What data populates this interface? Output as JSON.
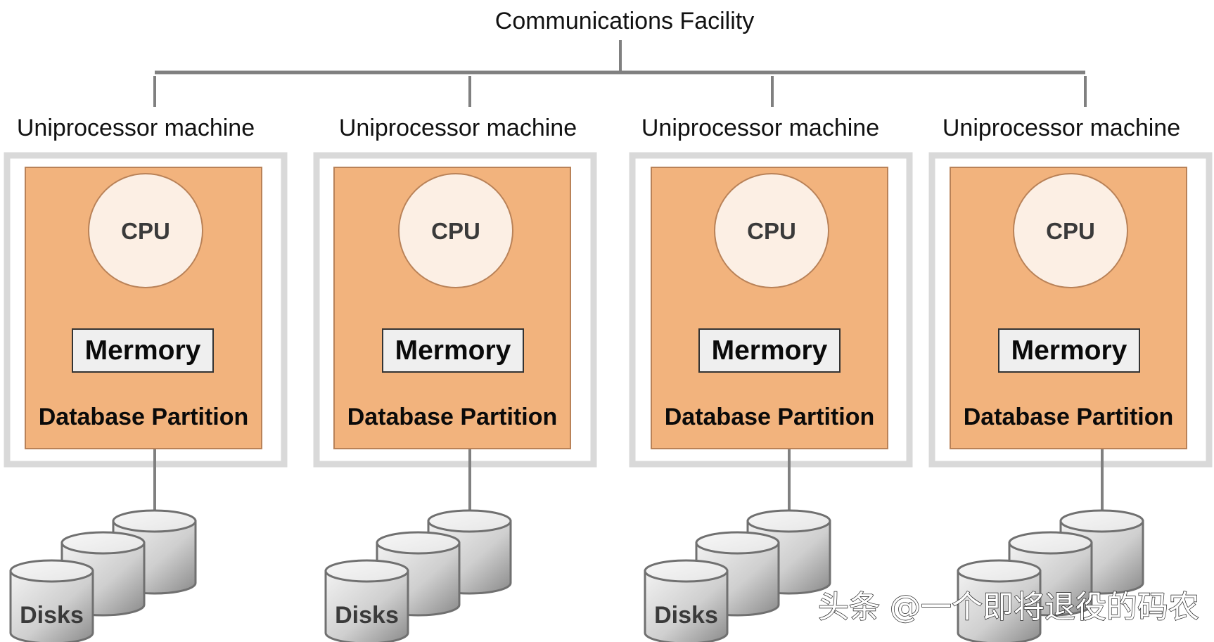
{
  "diagram": {
    "title": "Communications Facility",
    "machines": [
      {
        "label": "Uniprocessor machine",
        "cpu": "CPU",
        "memory": "Mermory",
        "partition": "Database Partition",
        "disks": "Disks"
      },
      {
        "label": "Uniprocessor machine",
        "cpu": "CPU",
        "memory": "Mermory",
        "partition": "Database Partition",
        "disks": "Disks"
      },
      {
        "label": "Uniprocessor machine",
        "cpu": "CPU",
        "memory": "Mermory",
        "partition": "Database Partition",
        "disks": "Disks"
      },
      {
        "label": "Uniprocessor machine",
        "cpu": "CPU",
        "memory": "Mermory",
        "partition": "Database Partition",
        "disks": ""
      }
    ],
    "watermark": "头条 @一个即将退役的码农"
  },
  "colors": {
    "line": "#808080",
    "frame": "#d9d9d9",
    "partition_fill": "#f2b37d",
    "partition_border": "#b98258",
    "cpu_fill": "#fcefe4",
    "memory_fill": "#efefef",
    "memory_border": "#333333",
    "disk_stroke": "#707070"
  }
}
